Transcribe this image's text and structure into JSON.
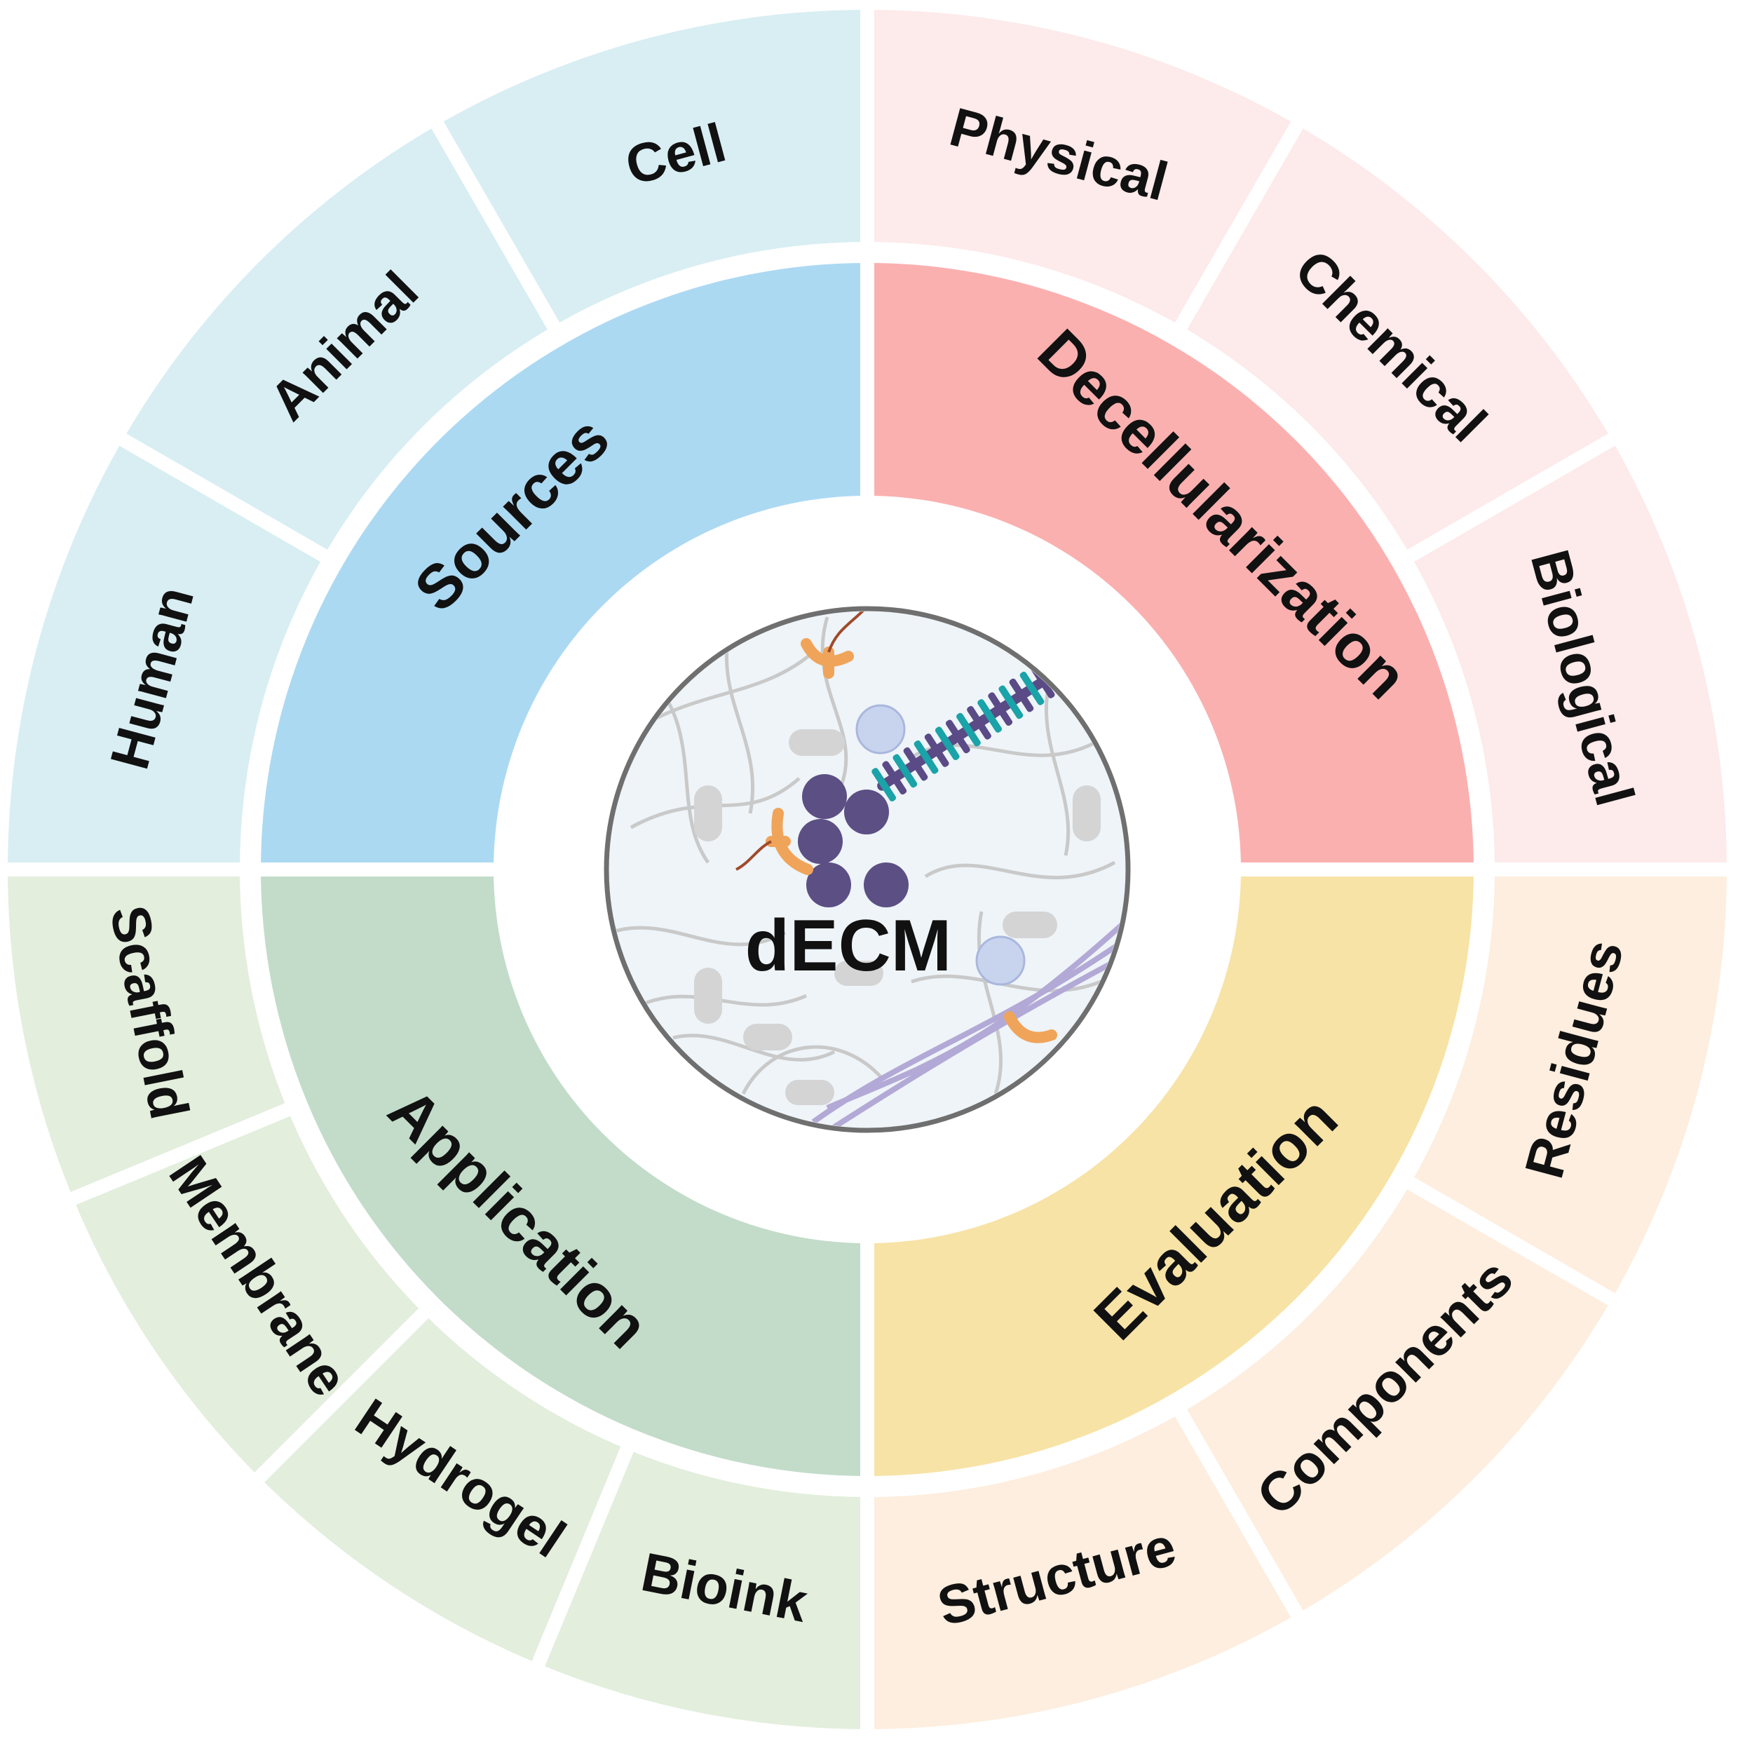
{
  "center": {
    "label": "dECM"
  },
  "quadrants": [
    {
      "key": "sources",
      "label": "Sources",
      "inner_color": "#acd9f2",
      "outer_color": "#d8eef3",
      "items": [
        "Human",
        "Animal",
        "Cell"
      ]
    },
    {
      "key": "decellularization",
      "label": "Decellularization",
      "inner_color": "#fbb0b0",
      "outer_color": "#fdeaea",
      "items": [
        "Physical",
        "Chemical",
        "Biological"
      ]
    },
    {
      "key": "evaluation",
      "label": "Evaluation",
      "inner_color": "#f7e3a6",
      "outer_color": "#fdeedf",
      "items": [
        "Residues",
        "Components",
        "Structure"
      ]
    },
    {
      "key": "application",
      "label": "Application",
      "inner_color": "#c2dcc9",
      "outer_color": "#e3eedd",
      "items": [
        "Bioink",
        "Hydrogel",
        "Membrane",
        "Scaffold"
      ]
    }
  ],
  "colors": {
    "background": "#ffffff",
    "center_fill": "#eef4f8",
    "center_ring": "#6f6f6f",
    "protein_dark": "#5b4f84",
    "collagen_teal": "#1aa3a8",
    "collagen_purple": "#5a4a86",
    "fiber_lilac": "#b3a9d6",
    "glyco_orange": "#f0a45a",
    "vesicle_blue": "#c8d3ee",
    "network_grey": "#c9c9c9"
  },
  "icons": {
    "center_artwork": "extracellular-matrix-illustration"
  }
}
